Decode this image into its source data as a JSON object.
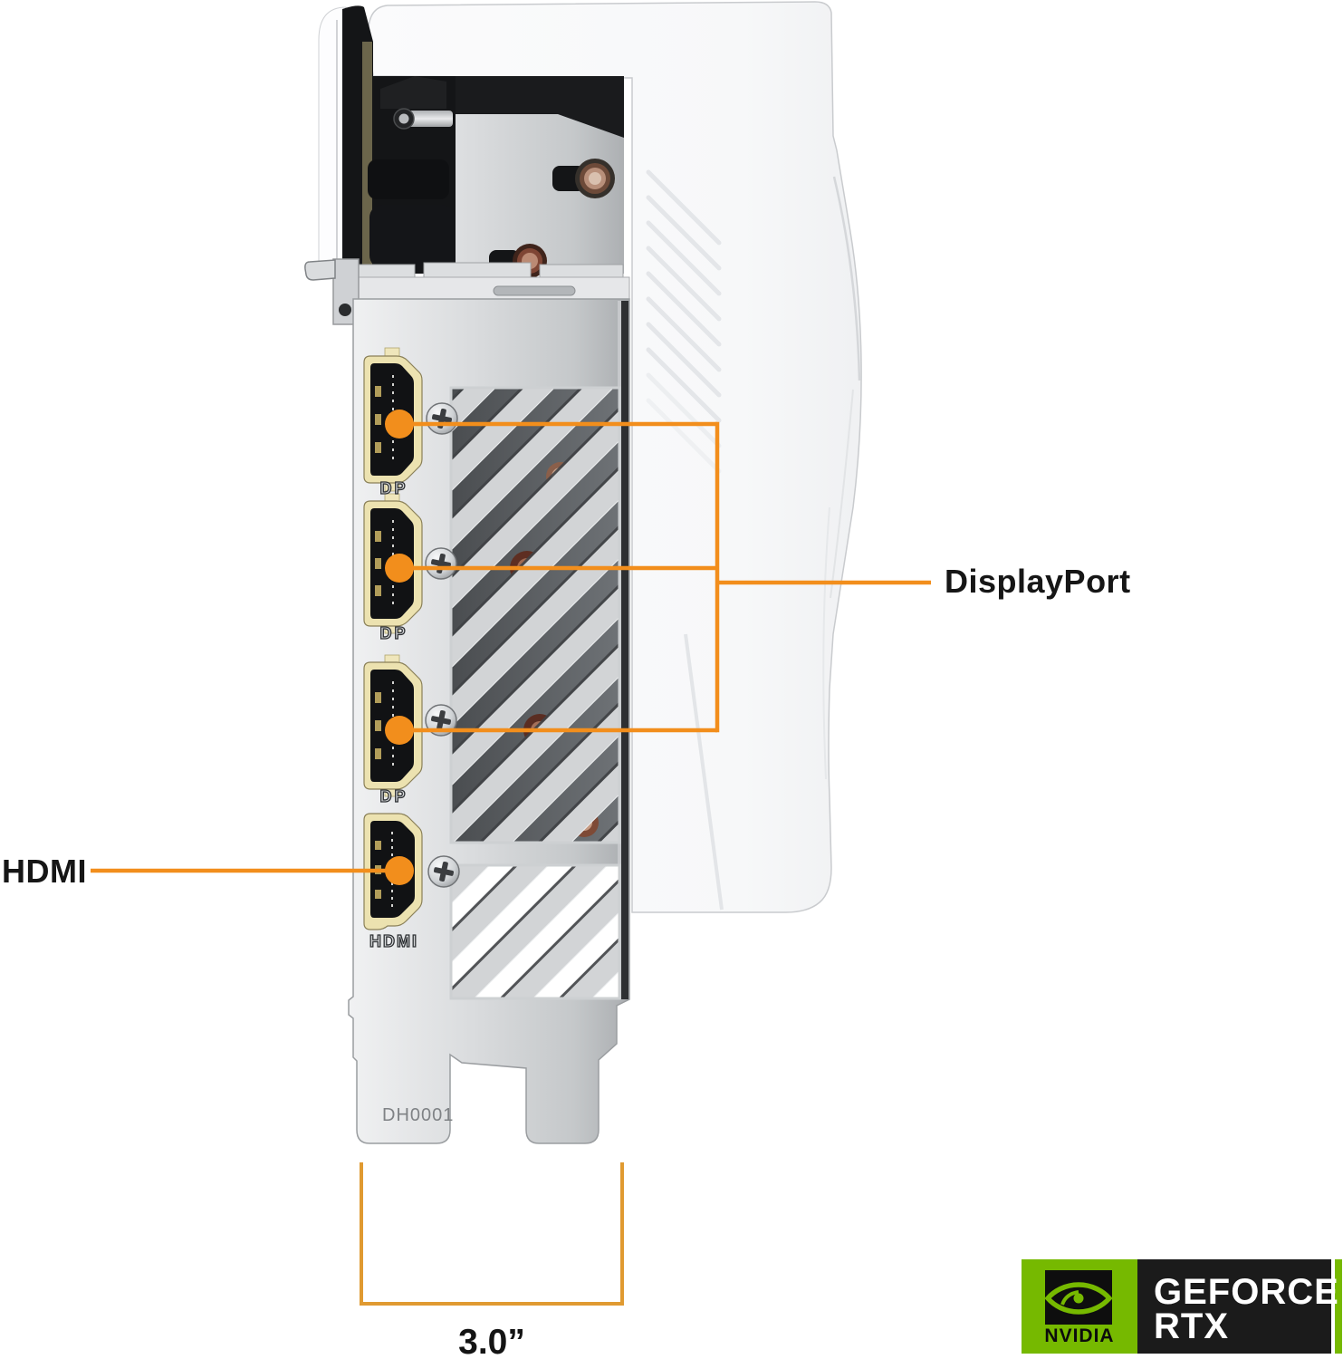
{
  "callouts": {
    "displayport_label": "DisplayPort",
    "hdmi_label": "HDMI"
  },
  "bracket": {
    "ports": [
      {
        "type": "displayport",
        "stamp": "DP"
      },
      {
        "type": "displayport",
        "stamp": "DP"
      },
      {
        "type": "displayport",
        "stamp": "DP"
      },
      {
        "type": "hdmi",
        "stamp": "HDMI"
      }
    ],
    "serial_stamp": "DH0001"
  },
  "dimension": {
    "width_label": "3.0”"
  },
  "badge": {
    "brand": "NVIDIA",
    "product_line1": "GEFORCE",
    "product_line2": "RTX"
  },
  "colors": {
    "callout_orange": "#F28E1C",
    "dimension_orange": "#E09A31",
    "nvidia_green": "#76B900",
    "badge_black": "#1b1b1b"
  }
}
